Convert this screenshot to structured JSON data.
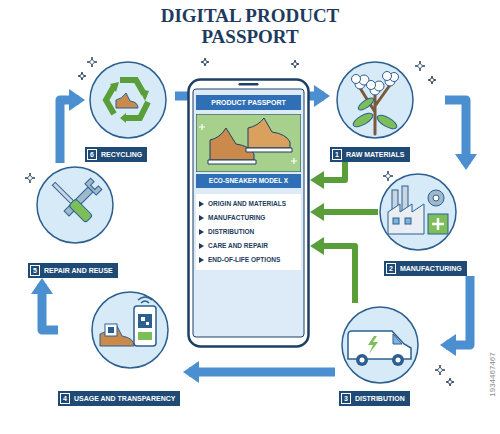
{
  "diagram": {
    "title": "DIGITAL PRODUCT PASSPORT",
    "nodes": [
      {
        "text": [
          "1",
          "RAW MATERIALS"
        ]
      },
      {
        "text": [
          "2",
          "MANUFACTURING"
        ]
      },
      {
        "text": [
          "3",
          "DISTRIBUTION"
        ]
      },
      {
        "text": [
          "4",
          "USAGE AND TRANSPARENCY"
        ]
      },
      {
        "text": [
          "5",
          "REPAIR AND REUSE"
        ]
      },
      {
        "text": [
          "6",
          "RECYCLING"
        ]
      },
      {
        "text": [
          "PRODUCT PASSPORT",
          "ECO-SNEAKER MODEL X",
          "ORIGIN AND MATERIALS",
          "MANUFACTURING",
          "DISTRIBUTION",
          "CARE AND REPAIR",
          "END-OF-LIFE OPTIONS"
        ]
      }
    ],
    "edges": [
      {
        "from": 0,
        "to": 1,
        "arrow": "to"
      },
      {
        "from": 1,
        "to": 2,
        "arrow": "to"
      },
      {
        "from": 2,
        "to": 3,
        "arrow": "to"
      },
      {
        "from": 3,
        "to": 4,
        "arrow": "to"
      },
      {
        "from": 4,
        "to": 5,
        "arrow": "to"
      },
      {
        "from": 5,
        "to": 0,
        "arrow": "to"
      },
      {
        "from": 0,
        "to": 6,
        "arrow": "to"
      },
      {
        "from": 1,
        "to": 6,
        "arrow": "to"
      },
      {
        "from": 2,
        "to": 6,
        "arrow": "to"
      }
    ],
    "labels": [
      "1934467467"
    ]
  }
}
